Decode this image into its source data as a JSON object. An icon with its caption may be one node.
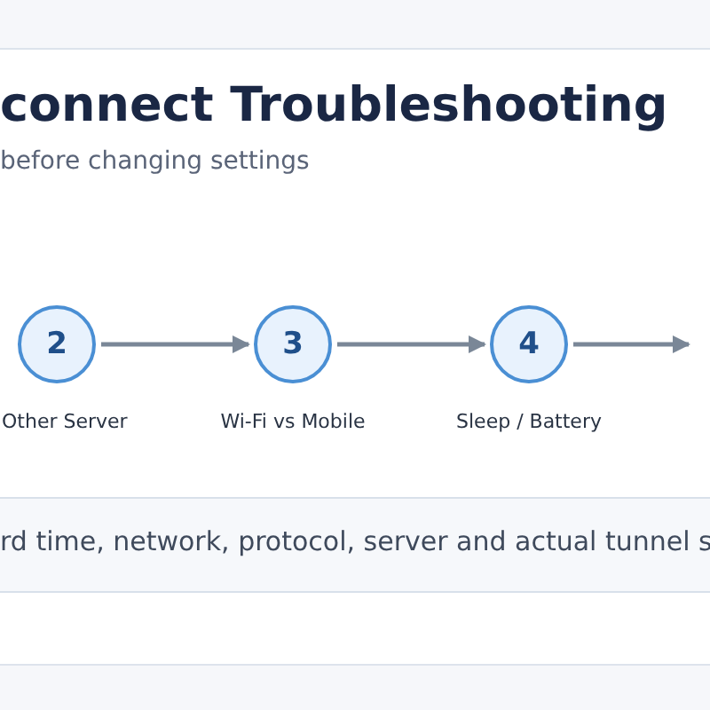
{
  "diagram": {
    "title": "connect Troubleshooting",
    "nodes": [
      {
        "text": [
          "2"
        ],
        "beside": [
          "Other Server"
        ]
      },
      {
        "text": [
          "3"
        ],
        "beside": [
          "Wi-Fi vs Mobile"
        ]
      },
      {
        "text": [
          "4"
        ],
        "beside": [
          "Sleep / Battery"
        ]
      }
    ],
    "edges": [
      {
        "from": 0,
        "to": 1,
        "arrow": "to"
      },
      {
        "from": 1,
        "to": 2,
        "arrow": "to"
      },
      {
        "from": 2,
        "to": null,
        "arrow": "to"
      }
    ],
    "labels": [
      "before changing settings",
      "rd time, network, protocol, server and actual tunnel s"
    ]
  }
}
